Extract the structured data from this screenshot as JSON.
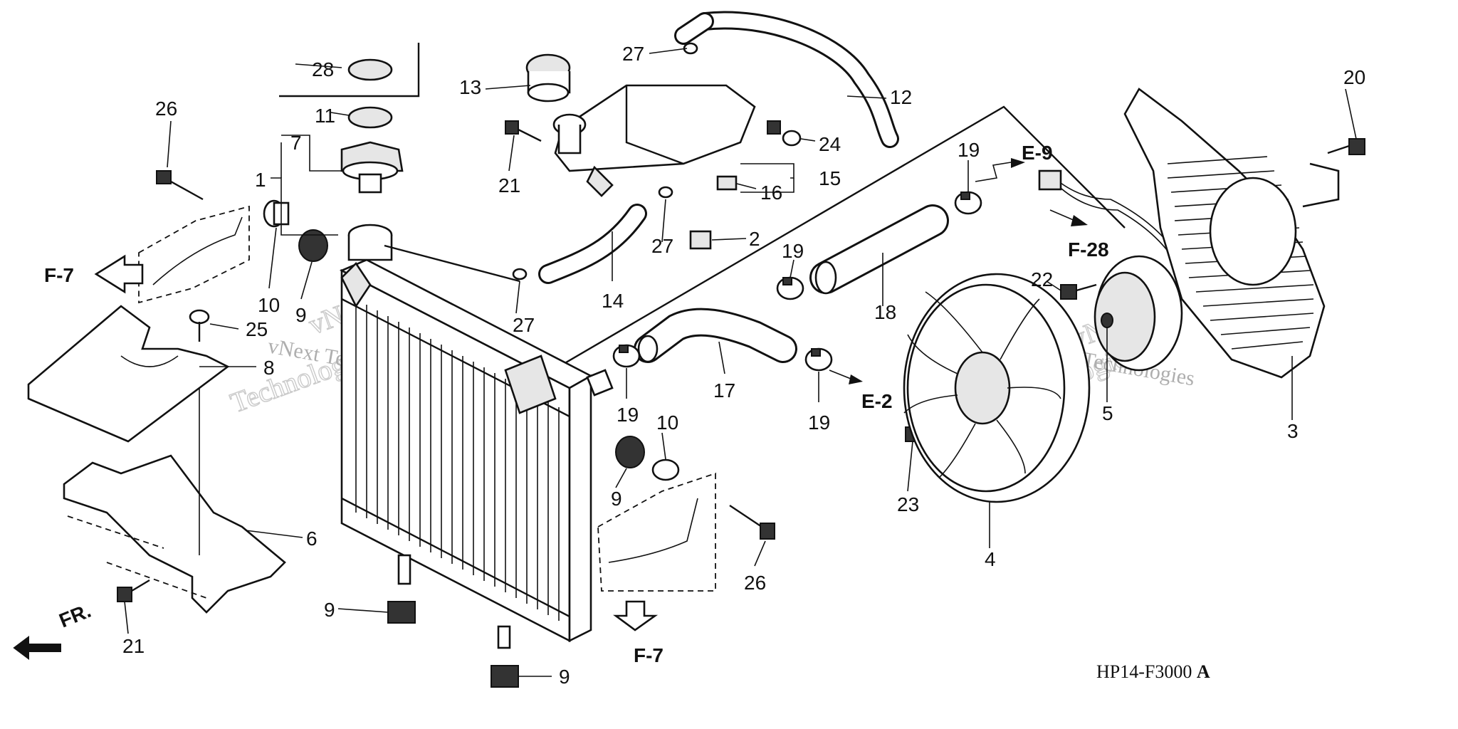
{
  "diagram_code": "HP14-F3000",
  "diagram_code_suffix": "A",
  "watermark": {
    "line1": "vNext",
    "line2": "Technologies",
    "small": "vNext Technologies"
  },
  "refs": {
    "f7_left": "F-7",
    "f7_bottom": "F-7",
    "e9": "E-9",
    "e2": "E-2",
    "f28": "F-28",
    "front": "FR."
  },
  "callouts": [
    {
      "id": "28",
      "text": "28"
    },
    {
      "id": "26a",
      "text": "26"
    },
    {
      "id": "11",
      "text": "11"
    },
    {
      "id": "7",
      "text": "7"
    },
    {
      "id": "1",
      "text": "1"
    },
    {
      "id": "13",
      "text": "13"
    },
    {
      "id": "27a",
      "text": "27"
    },
    {
      "id": "12",
      "text": "12"
    },
    {
      "id": "21a",
      "text": "21"
    },
    {
      "id": "24",
      "text": "24"
    },
    {
      "id": "15",
      "text": "15"
    },
    {
      "id": "16",
      "text": "16"
    },
    {
      "id": "27b",
      "text": "27"
    },
    {
      "id": "2",
      "text": "2"
    },
    {
      "id": "14",
      "text": "14"
    },
    {
      "id": "27c",
      "text": "27"
    },
    {
      "id": "10a",
      "text": "10"
    },
    {
      "id": "9a",
      "text": "9"
    },
    {
      "id": "25",
      "text": "25"
    },
    {
      "id": "8",
      "text": "8"
    },
    {
      "id": "19a",
      "text": "19"
    },
    {
      "id": "19b",
      "text": "19"
    },
    {
      "id": "18",
      "text": "18"
    },
    {
      "id": "17",
      "text": "17"
    },
    {
      "id": "19c",
      "text": "19"
    },
    {
      "id": "19d",
      "text": "19"
    },
    {
      "id": "10b",
      "text": "10"
    },
    {
      "id": "9b",
      "text": "9"
    },
    {
      "id": "26b",
      "text": "26"
    },
    {
      "id": "6",
      "text": "6"
    },
    {
      "id": "21b",
      "text": "21"
    },
    {
      "id": "9c",
      "text": "9"
    },
    {
      "id": "9d",
      "text": "9"
    },
    {
      "id": "20",
      "text": "20"
    },
    {
      "id": "22",
      "text": "22"
    },
    {
      "id": "23",
      "text": "23"
    },
    {
      "id": "4",
      "text": "4"
    },
    {
      "id": "5",
      "text": "5"
    },
    {
      "id": "3",
      "text": "3"
    }
  ]
}
